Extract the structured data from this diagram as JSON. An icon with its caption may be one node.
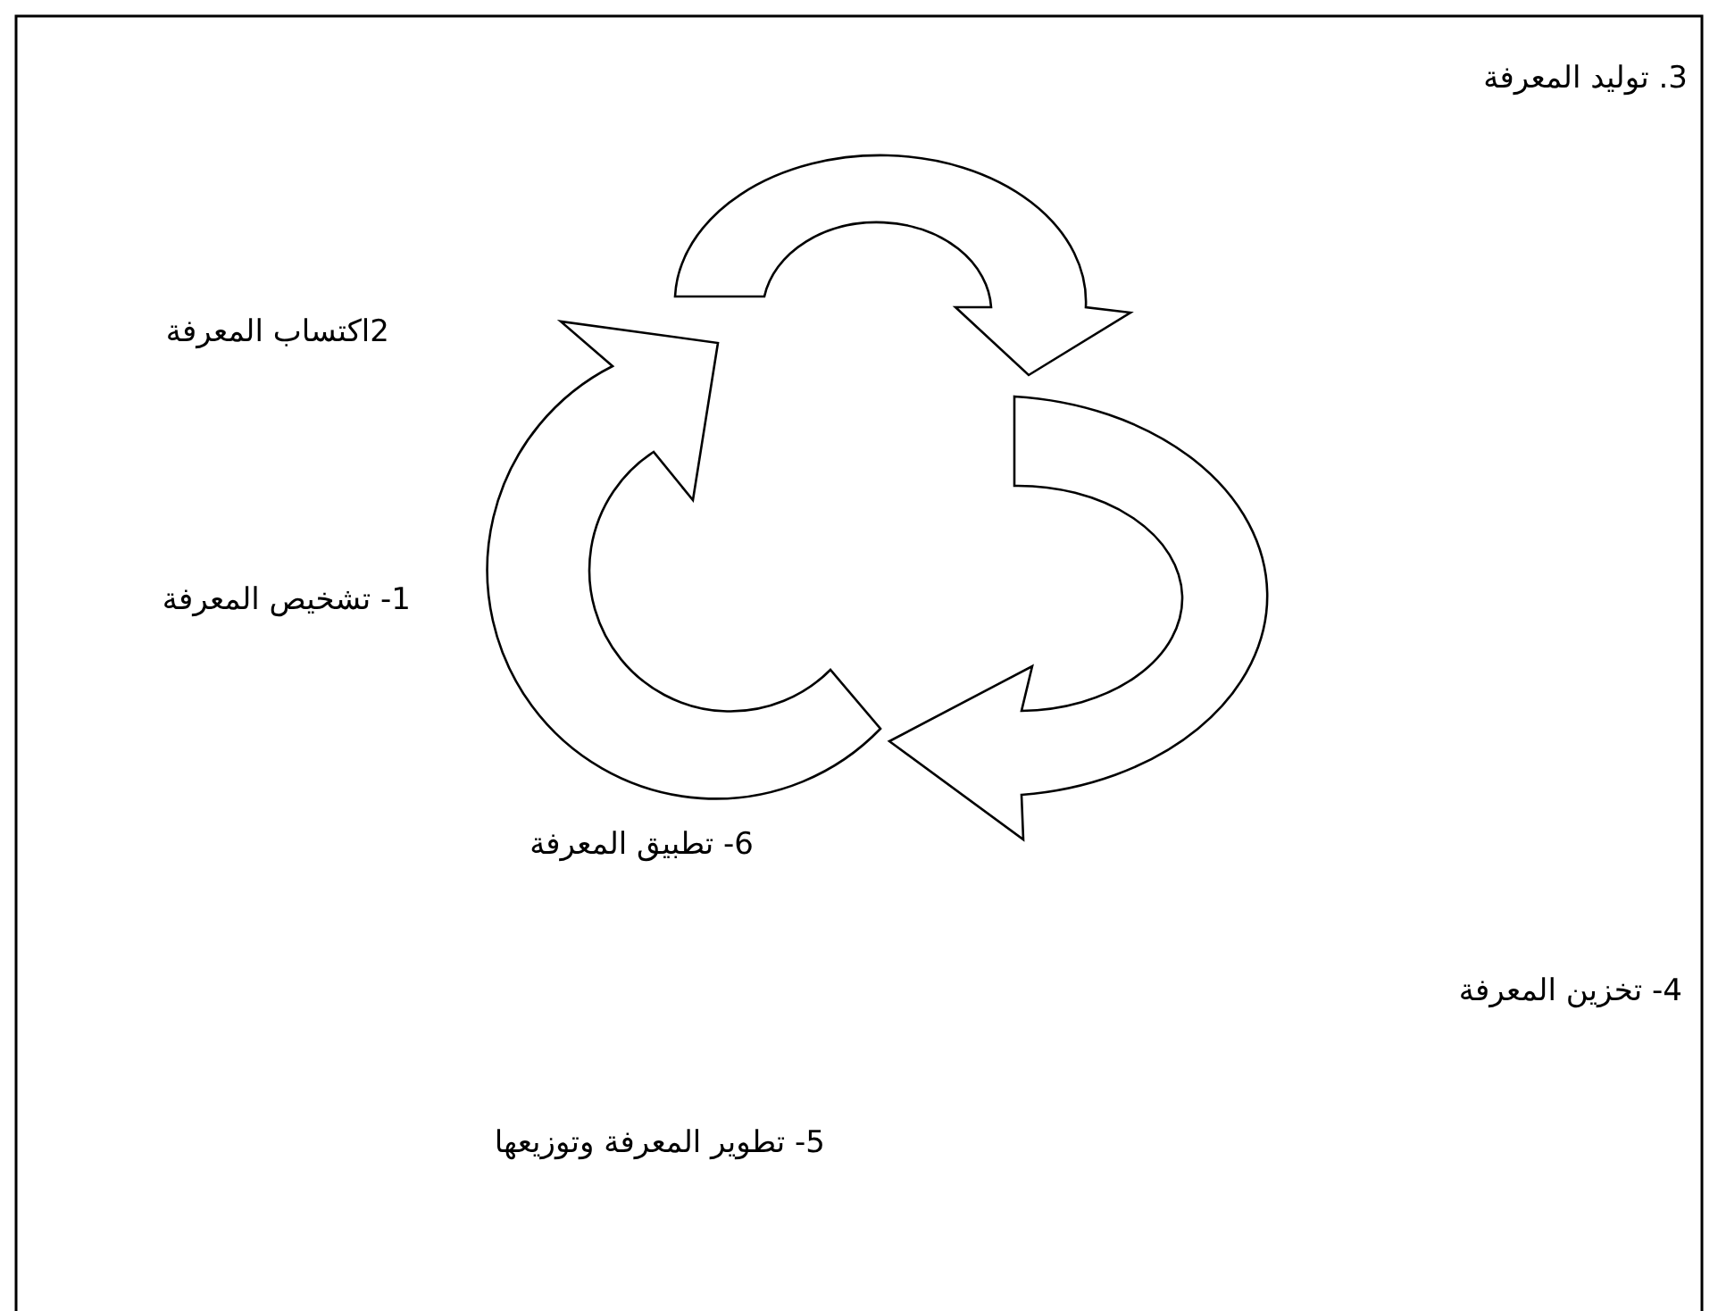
{
  "diagram": {
    "labels": [
      "3. توليد المعرفة",
      "2اكتساب المعرفة",
      "1- تشخيص المعرفة",
      "6- تطبيق المعرفة",
      "4- تخزين المعرفة",
      "5- تطوير المعرفة وتوزيعها"
    ]
  }
}
